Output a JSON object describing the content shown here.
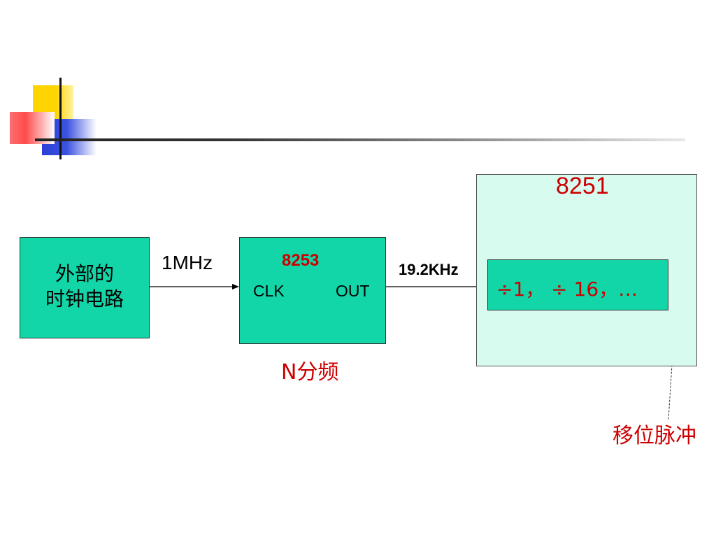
{
  "diagram": {
    "clock_source": {
      "line1": "外部的",
      "line2": "时钟电路"
    },
    "input_frequency": "1MHz",
    "counter_chip": {
      "name": "8253",
      "clk_label": "CLK",
      "out_label": "OUT",
      "caption": "N分频"
    },
    "output_frequency": "19.2KHz",
    "usart_chip": {
      "name": "8251",
      "divider_text": "÷1， ÷ 16，…"
    },
    "annotation": "移位脉冲"
  },
  "colors": {
    "box_fill": "#12d6a8",
    "usart_fill": "#d8fbf0",
    "label_red": "#cc0000"
  }
}
